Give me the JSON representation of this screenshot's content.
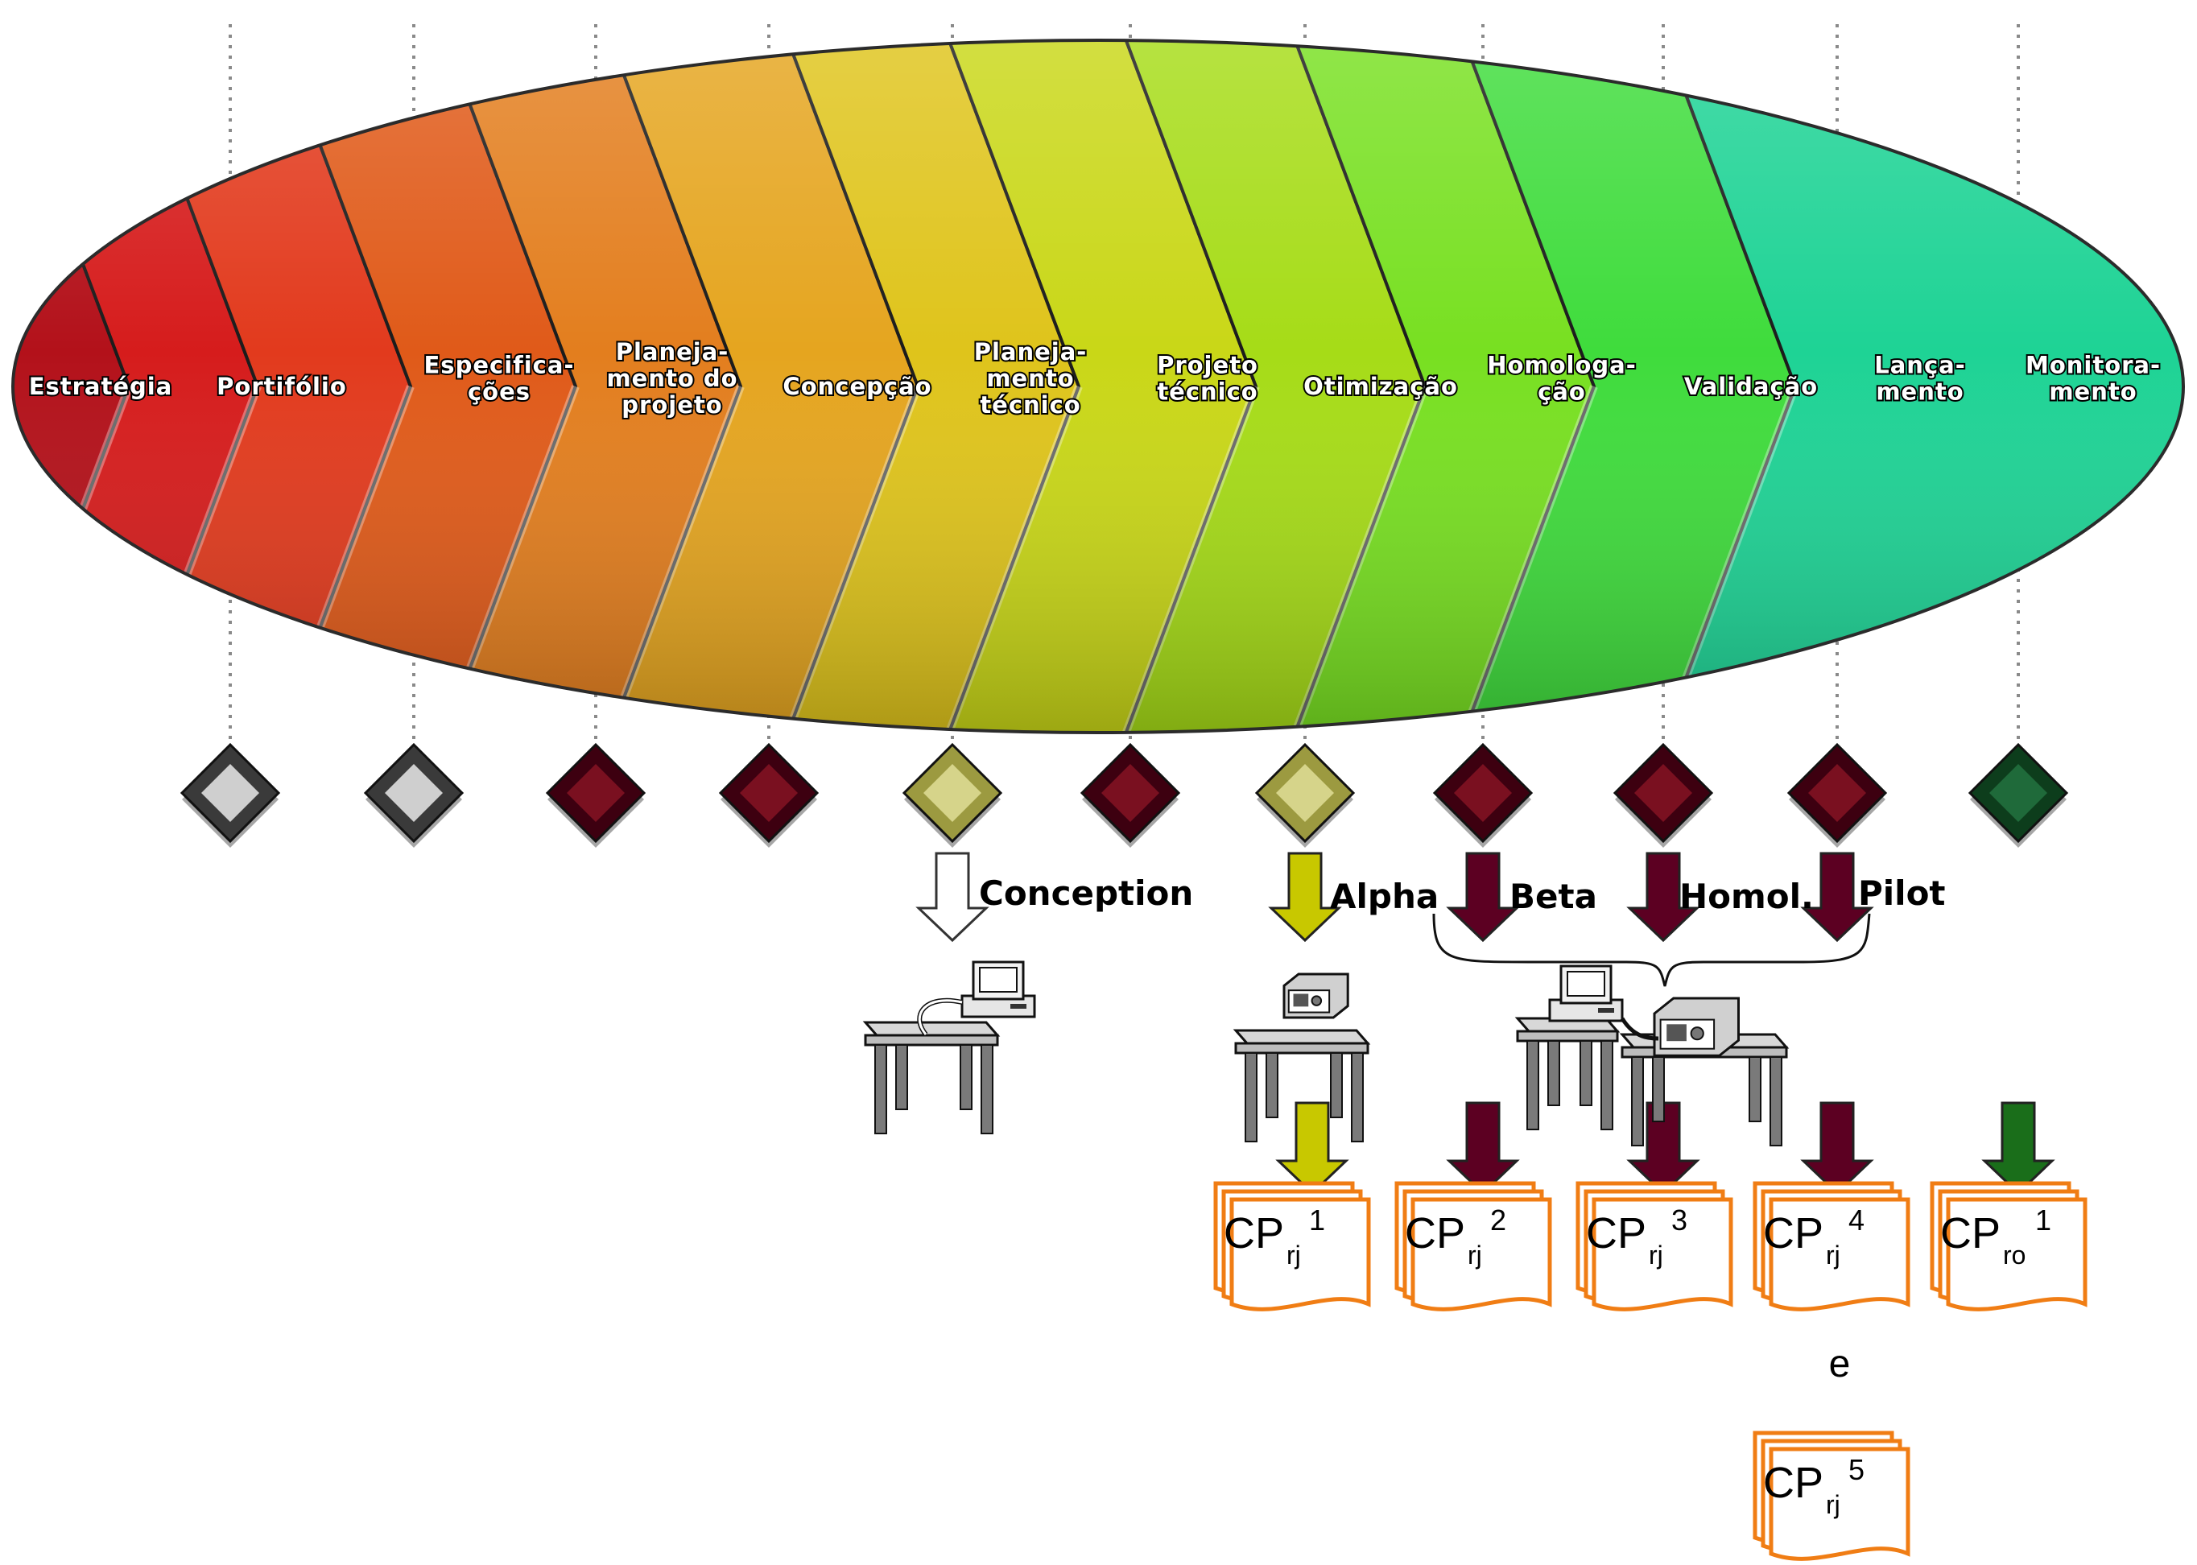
{
  "phases": [
    {
      "lines": [
        "Estratégia"
      ],
      "color": "#b3111a"
    },
    {
      "lines": [
        "Portifólio"
      ],
      "color": "#d61c1c"
    },
    {
      "lines": [
        "Especifica-",
        "ções"
      ],
      "color": "#e23a1d"
    },
    {
      "lines": [
        "Planeja-",
        "mento do",
        "projeto"
      ],
      "color": "#e05a19"
    },
    {
      "lines": [
        "Concepção"
      ],
      "color": "#e37e1e"
    },
    {
      "lines": [
        "Planeja-",
        "mento",
        "técnico"
      ],
      "color": "#e5a51f"
    },
    {
      "lines": [
        "Projeto",
        "técnico"
      ],
      "color": "#dfc41b"
    },
    {
      "lines": [
        "Otimização"
      ],
      "color": "#c9d717"
    },
    {
      "lines": [
        "Homologa-",
        "ção"
      ],
      "color": "#a6dc17"
    },
    {
      "lines": [
        "Validação"
      ],
      "color": "#78e021"
    },
    {
      "lines": [
        "Lança-",
        "mento"
      ],
      "color": "#3fdc3c"
    },
    {
      "lines": [
        "Monitora-",
        "mento"
      ],
      "color": "#1ed395"
    }
  ],
  "gates": [
    {
      "style": "gray"
    },
    {
      "style": "gray"
    },
    {
      "style": "maroon"
    },
    {
      "style": "maroon"
    },
    {
      "style": "khaki"
    },
    {
      "style": "maroon"
    },
    {
      "style": "khaki"
    },
    {
      "style": "maroon"
    },
    {
      "style": "maroon"
    },
    {
      "style": "maroon"
    },
    {
      "style": "green"
    }
  ],
  "colors": {
    "maroon": "#5c0022",
    "khaki": "#c8c800",
    "green": "#1a6e1a",
    "document": "#f07d14",
    "white_arrow": "#ffffff"
  },
  "labels": {
    "conception": "Conception",
    "alpha": "Alpha",
    "beta": "Beta",
    "homol": "Homol.",
    "pilot": "Pilot"
  },
  "documents": [
    {
      "main": "CP",
      "sub": "rj",
      "sup": "1"
    },
    {
      "main": "CP",
      "sub": "rj",
      "sup": "2"
    },
    {
      "main": "CP",
      "sub": "rj",
      "sup": "3"
    },
    {
      "main": "CP",
      "sub": "rj",
      "sup": "4"
    },
    {
      "main": "CP",
      "sub": "ro",
      "sup": "1"
    },
    {
      "main": "CP",
      "sub": "rj",
      "sup": "5"
    }
  ],
  "connector": "e"
}
